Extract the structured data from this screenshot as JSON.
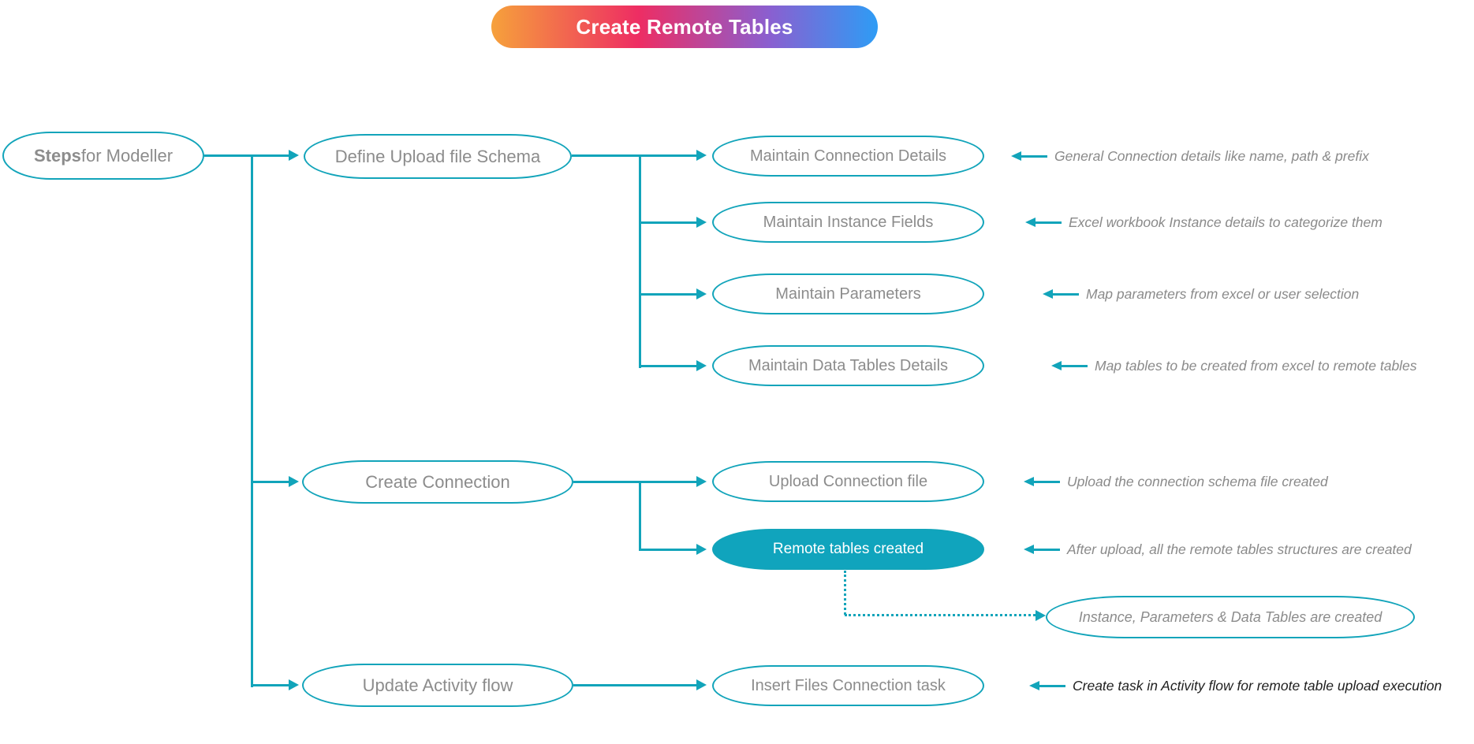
{
  "title": {
    "label": "Create Remote Tables"
  },
  "root_node": {
    "label_bold": "Steps",
    "label_rest": " for Modeller"
  },
  "step_nodes": [
    {
      "label": "Define Upload file Schema"
    },
    {
      "label": "Create Connection"
    },
    {
      "label": "Update Activity flow"
    }
  ],
  "detail_nodes": [
    {
      "label": "Maintain Connection Details",
      "note": "General Connection  details like name, path & prefix"
    },
    {
      "label": "Maintain Instance Fields",
      "note": "Excel workbook Instance details to categorize them"
    },
    {
      "label": "Maintain Parameters",
      "note": "Map parameters from excel or user selection"
    },
    {
      "label": "Maintain Data Tables Details",
      "note": "Map tables to be created from excel to remote tables"
    },
    {
      "label": "Upload Connection file",
      "note": "Upload the connection schema file created"
    },
    {
      "label": "Remote tables created",
      "note": "After upload, all the remote tables structures are created"
    },
    {
      "label": "Insert Files Connection task",
      "note": "Create  task in Activity flow for remote table upload execution"
    }
  ],
  "result_node": {
    "label": "Instance, Parameters & Data Tables are created"
  },
  "colors": {
    "teal": "#12a4ba",
    "node_text": "#8c8c8c",
    "note_text": "#8a8a8a",
    "note_text_dark": "#1f1f1f",
    "remote_fill": "#10a4bd",
    "remote_text": "#ffffff",
    "title_gradient_start": "#f6a13b",
    "title_gradient_pink": "#ee2d63",
    "title_gradient_purple": "#8a5fd0",
    "title_gradient_end": "#2e9cf5",
    "title_text": "#ffffff"
  }
}
